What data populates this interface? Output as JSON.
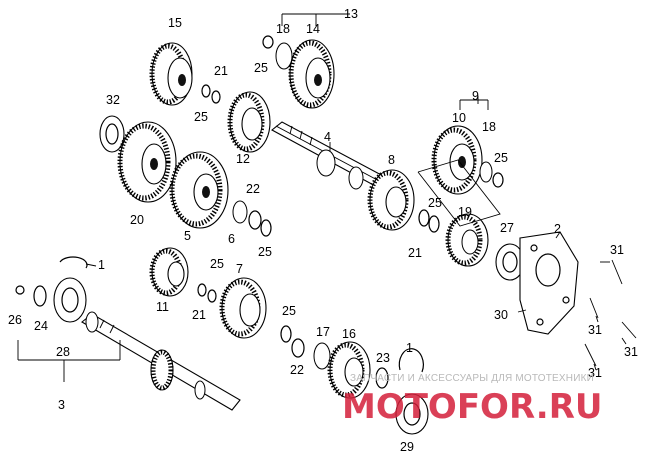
{
  "diagram": {
    "labels": {
      "l1a": "1",
      "l1b": "1",
      "l2": "2",
      "l3": "3",
      "l4": "4",
      "l5": "5",
      "l6": "6",
      "l7": "7",
      "l8": "8",
      "l9": "9",
      "l10": "10",
      "l11": "11",
      "l12": "12",
      "l13": "13",
      "l14": "14",
      "l15": "15",
      "l16": "16",
      "l17": "17",
      "l18a": "18",
      "l18b": "18",
      "l19": "19",
      "l20": "20",
      "l21a": "21",
      "l21b": "21",
      "l21c": "21",
      "l22a": "22",
      "l22b": "22",
      "l23": "23",
      "l24": "24",
      "l25a": "25",
      "l25b": "25",
      "l25c": "25",
      "l25d": "25",
      "l25e": "25",
      "l25f": "25",
      "l26": "26",
      "l27": "27",
      "l28": "28",
      "l29": "29",
      "l30": "30",
      "l31a": "31",
      "l31b": "31",
      "l31c": "31",
      "l31d": "31",
      "l32": "32"
    }
  },
  "watermark": {
    "text": "ЗАПЧАСТИ И АКСЕССУАРЫ ДЛЯ МОТОТЕХНИКИ",
    "logo": "MOTOFOR.RU"
  }
}
